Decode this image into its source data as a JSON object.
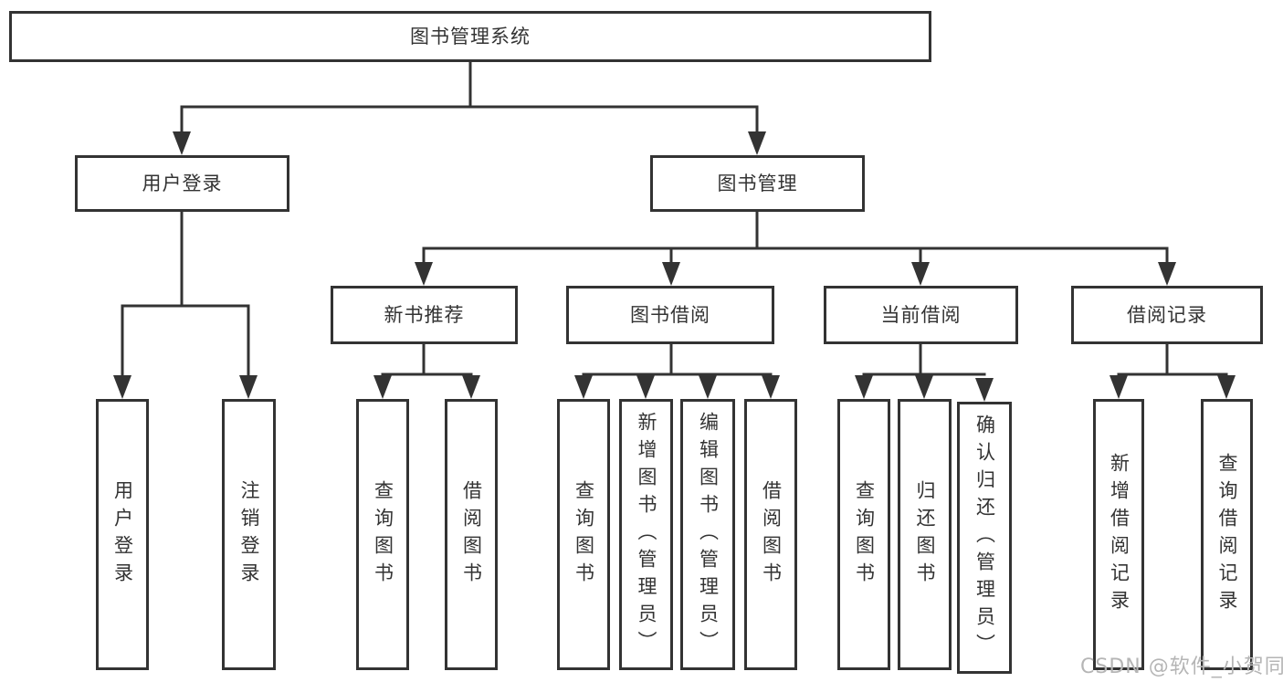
{
  "diagram": {
    "root": {
      "label": "图书管理系统"
    },
    "level2": [
      {
        "label": "用户登录"
      },
      {
        "label": "图书管理"
      }
    ],
    "level3": [
      {
        "label": "新书推荐"
      },
      {
        "label": "图书借阅"
      },
      {
        "label": "当前借阅"
      },
      {
        "label": "借阅记录"
      }
    ],
    "leaves": {
      "user_login": [
        {
          "label": "用户登录"
        },
        {
          "label": "注销登录"
        }
      ],
      "new_book_rec": [
        {
          "label": "查询图书"
        },
        {
          "label": "借阅图书"
        }
      ],
      "book_borrow": [
        {
          "label": "查询图书"
        },
        {
          "label": "新增图书（管理员）"
        },
        {
          "label": "编辑图书（管理员）"
        },
        {
          "label": "借阅图书"
        }
      ],
      "current_borrow": [
        {
          "label": "查询图书"
        },
        {
          "label": "归还图书"
        },
        {
          "label": "确认归还（管理员）"
        }
      ],
      "borrow_records": [
        {
          "label": "新增借阅记录"
        },
        {
          "label": "查询借阅记录"
        }
      ]
    },
    "colors": {
      "line": "#333333",
      "text": "#333333",
      "watermark": "#b5b5b5",
      "background": "#ffffff"
    }
  },
  "watermark": {
    "text": "CSDN @软件_小贺同学"
  }
}
